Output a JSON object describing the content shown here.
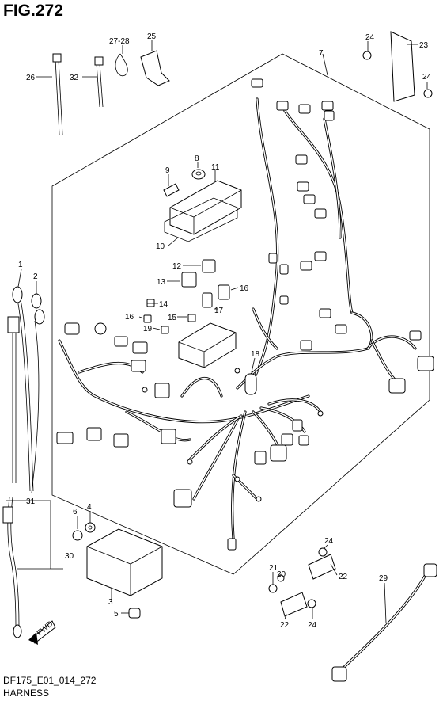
{
  "title": "FIG.272",
  "footer": {
    "code": "DF175_E01_014_272",
    "name": "HARNESS"
  },
  "fwd_label": "FWD",
  "callouts": {
    "c1": "1",
    "c2": "2",
    "c3": "3",
    "c4": "4",
    "c5": "5",
    "c6": "6",
    "c7": "7",
    "c8": "8",
    "c9": "9",
    "c10": "10",
    "c11": "11",
    "c12": "12",
    "c13": "13",
    "c14": "14",
    "c15": "15",
    "c16a": "16",
    "c16b": "16",
    "c17": "17",
    "c18": "18",
    "c19": "19",
    "c20": "20",
    "c21": "21",
    "c22a": "22",
    "c22b": "22",
    "c23": "23",
    "c24a": "24",
    "c24b": "24",
    "c24c": "24",
    "c24d": "24",
    "c25": "25",
    "c26": "26",
    "c2728": "27-28",
    "c29": "29",
    "c30": "30",
    "c31": "31",
    "c32": "32"
  },
  "colors": {
    "ink": "#000000",
    "paper": "#ffffff"
  }
}
